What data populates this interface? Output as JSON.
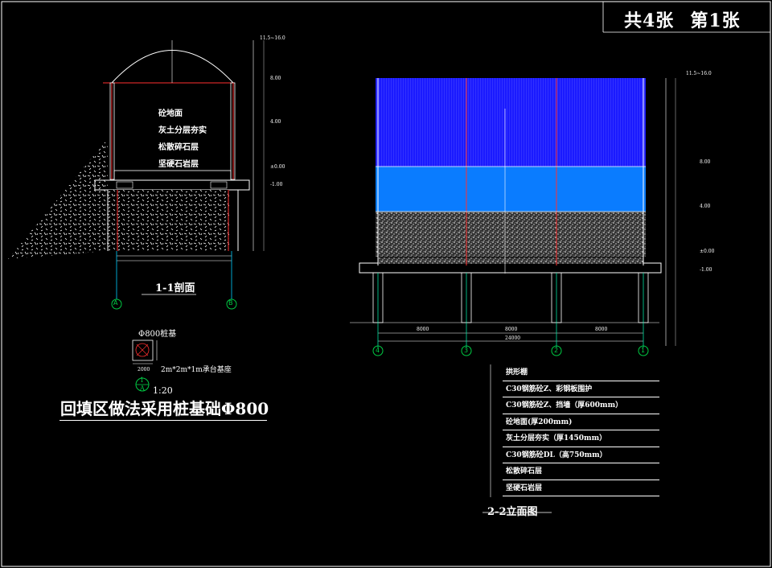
{
  "header": {
    "sheet_total": "共4张",
    "sheet_current": "第1张"
  },
  "section_1_1": {
    "title": "1-1剖面",
    "layers": [
      "砼地面",
      "灰土分层夯实",
      "松散碎石层",
      "坚硬石岩层"
    ],
    "axes": [
      "A",
      "B"
    ],
    "elevations": [
      "11.5~16.0",
      "8.00",
      "4.00",
      "±0.00",
      "-1.00"
    ]
  },
  "pile_detail": {
    "pile_label": "Φ800桩基",
    "cap_label": "2m*2m*1m承台基座",
    "detail_mark_top": "1",
    "detail_mark_bottom": "A",
    "scale": "1:20",
    "width_dim": "2000"
  },
  "main_title": "回填区做法采用桩基础Φ800",
  "section_2_2": {
    "title": "2-2立面图",
    "axes": [
      "4",
      "3",
      "2",
      "1"
    ],
    "bay_dims": [
      "8000",
      "8000",
      "8000"
    ],
    "total_dim": "24000",
    "elevations": [
      "11.5~16.0",
      "8.00",
      "4.00",
      "±0.00",
      "-1.00"
    ],
    "legend": [
      "拱形棚",
      "C30钢筋砼Z、彩钢板围护",
      "C30钢筋砼Z、挡墙（厚600mm）",
      "砼地面(厚200mm)",
      "灰土分层夯实（厚1450mm）",
      "C30钢筋砼DL（高750mm）",
      "松散碎石层",
      "坚硬石岩层"
    ]
  },
  "colors": {
    "roof": "#1a1aff",
    "wall": "#0a7cff",
    "frame": "#ff2020",
    "pile_line": "#00e0a0",
    "axis_circle": "#00cc44"
  }
}
